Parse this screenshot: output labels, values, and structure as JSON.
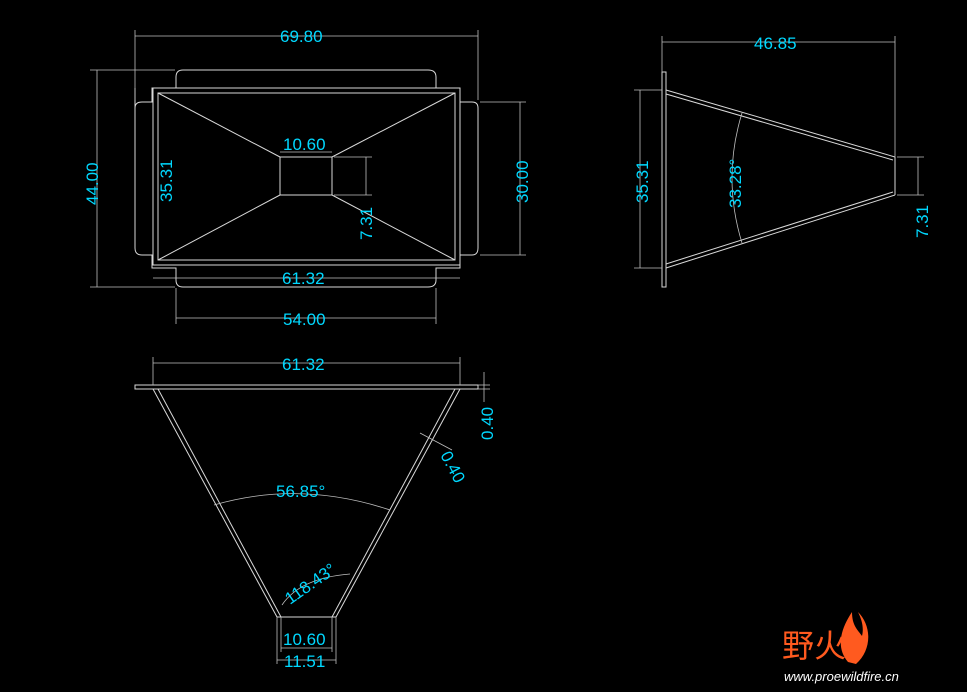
{
  "drawing": {
    "top_view": {
      "overall_width": "69.80",
      "overall_height": "44.00",
      "inner_height": "35.31",
      "outlet_width": "10.60",
      "outlet_height": "7.31",
      "flange_height": "30.00",
      "inner_width": "61.32",
      "flange_width": "54.00"
    },
    "side_view": {
      "length": "46.85",
      "inlet_height": "35.31",
      "angle": "33.28°",
      "outlet_height": "7.31"
    },
    "front_view": {
      "top_width": "61.32",
      "thickness_vertical": "0.40",
      "thickness_normal": "0.40",
      "taper_angle": "56.85°",
      "corner_angle": "118.43°",
      "outlet_inner": "10.60",
      "outlet_outer": "11.51"
    }
  },
  "watermark": {
    "brand": "野火",
    "url": "www.proewildfire.cn"
  },
  "colors": {
    "background": "#000000",
    "dimension_text": "#00d8ff",
    "geometry": "#d9d9d9",
    "watermark_brand": "#ff5a1f"
  }
}
